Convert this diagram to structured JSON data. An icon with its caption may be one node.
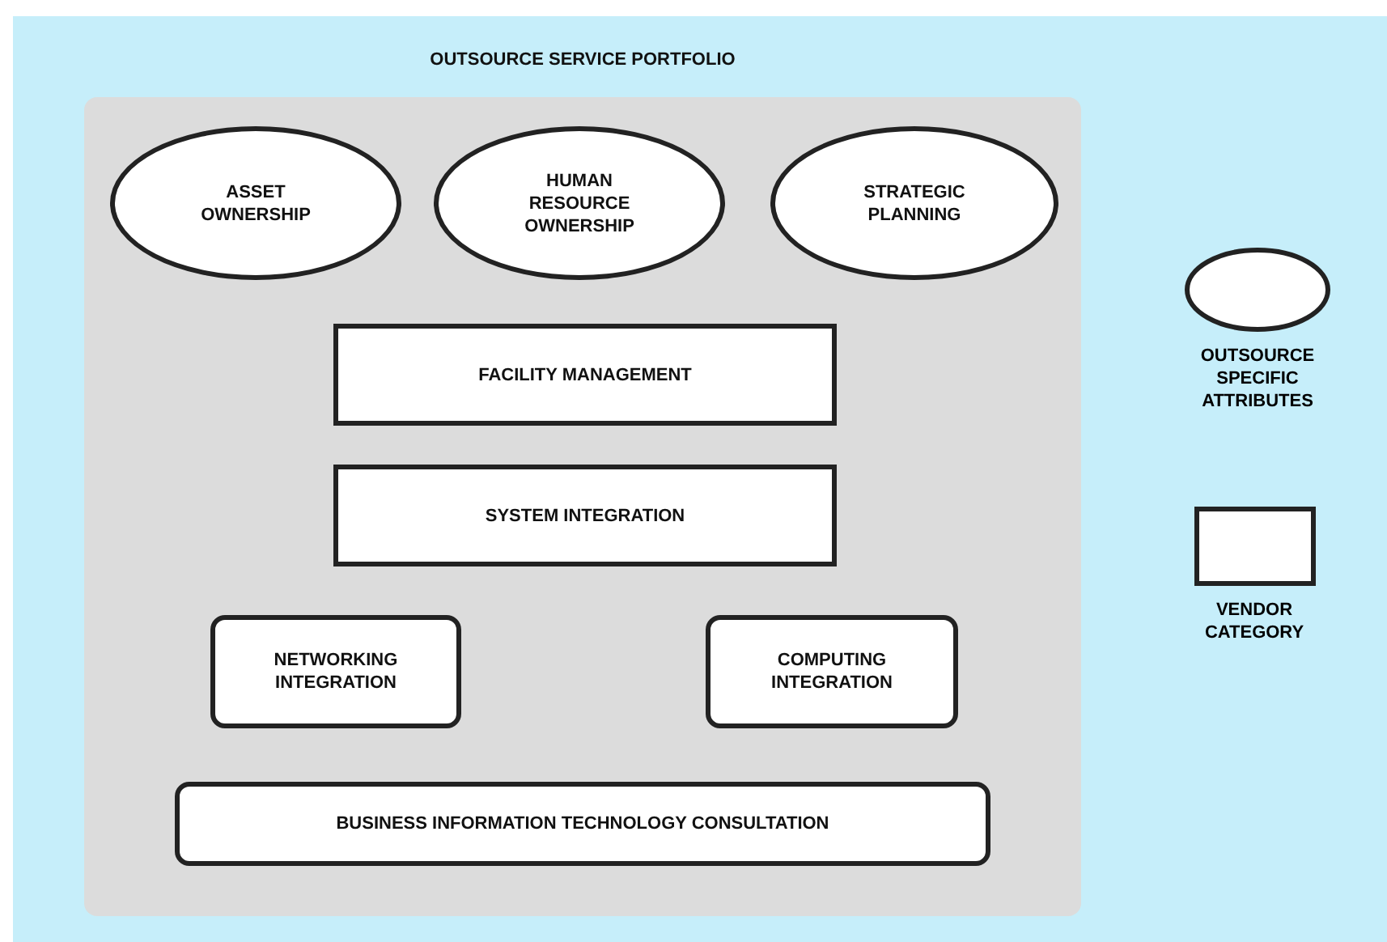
{
  "diagram": {
    "nodes": [
      {
        "text": [
          "OUTSOURCE SERVICE PORTFOLIO"
        ]
      },
      {
        "text": [
          "ASSET OWNERSHIP"
        ],
        "in": 0
      },
      {
        "text": [
          "HUMAN RESOURCE OWNERSHIP"
        ],
        "in": 0
      },
      {
        "text": [
          "STRATEGIC PLANNING"
        ],
        "in": 0
      },
      {
        "text": [
          "FACILITY MANAGEMENT"
        ],
        "in": 0
      },
      {
        "text": [
          "SYSTEM INTEGRATION"
        ],
        "in": 0
      },
      {
        "text": [
          "NETWORKING INTEGRATION"
        ],
        "in": 0
      },
      {
        "text": [
          "COMPUTING INTEGRATION"
        ],
        "in": 0
      },
      {
        "text": [
          "BUSINESS INFORMATION TECHNOLOGY CONSULTATION"
        ],
        "in": 0
      }
    ],
    "legend": [
      {
        "text": "OUTSOURCE SPECIFIC ATTRIBUTES"
      },
      {
        "text": "VENDOR CATEGORY"
      }
    ]
  }
}
